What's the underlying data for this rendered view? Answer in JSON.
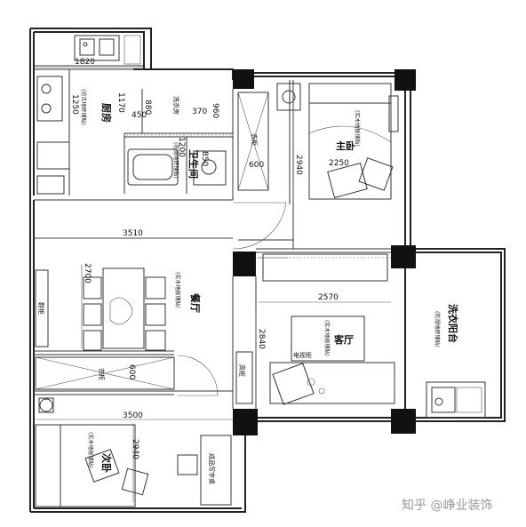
{
  "rooms": {
    "kitchen": "厨房",
    "bathroom": "卫生间",
    "master_bedroom": "主卧",
    "living_room": "客厅",
    "dining_room": "餐厅",
    "second_bedroom": "次卧",
    "laundry_balcony": "洗衣阳台",
    "laundry_room": "洗衣房"
  },
  "floor_notes": {
    "kitchen": "(仿古地砖铺贴)",
    "bathroom": "(防滑地砖铺贴)",
    "master_bedroom": "(实木地板铺贴)",
    "living_room": "(实木地板铺贴)",
    "dining_room": "(实木地板铺贴)",
    "second_bedroom": "(实木地板铺贴)",
    "laundry_balcony": "(防滑地砖铺贴)"
  },
  "fixtures": {
    "shoe_cabinet": "鞋柜",
    "wardrobe": "衣柜",
    "wardrobe_2": "衣柜",
    "tall_cabinet": "高柜",
    "tv_cabinet": "电视柜",
    "desk": "成品写字桌"
  },
  "dimensions": {
    "d1820": "1820",
    "d1250": "1250",
    "d1170": "1170",
    "d450": "450",
    "d880": "880",
    "d370": "370",
    "d960": "960",
    "d1200": "1200",
    "d850": "850",
    "d600a": "600",
    "d2940a": "2940",
    "d2250": "2250",
    "d3510": "3510",
    "d2700": "2700",
    "d2570": "2570",
    "d2840": "2840",
    "d600b": "600",
    "d3500": "3500",
    "d2940b": "2940"
  },
  "watermark": "知乎 @峥业装饰"
}
